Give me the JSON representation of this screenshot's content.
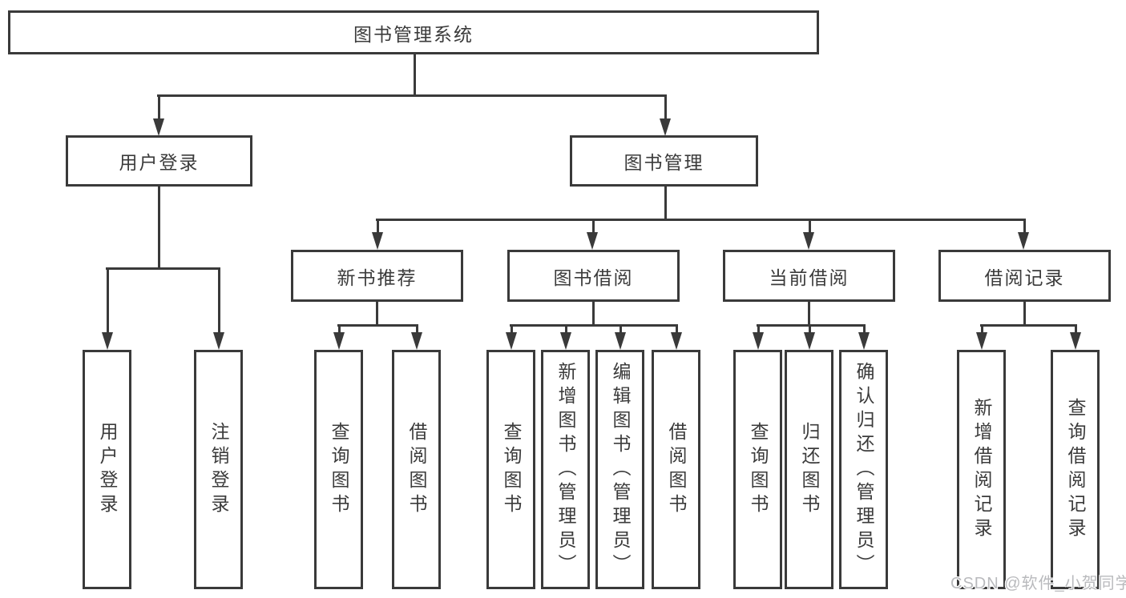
{
  "colors": {
    "line": "#3a3a3a",
    "text": "#3b3b3b",
    "watermark_text": "#b9babd",
    "background": "#ffffff"
  },
  "watermark": {
    "text": "CSDN @软件_小贺同学"
  },
  "tree": {
    "label": "图书管理系统",
    "children": [
      {
        "label": "用户登录",
        "children": [
          {
            "label": "用户登录"
          },
          {
            "label": "注销登录"
          }
        ]
      },
      {
        "label": "图书管理",
        "children": [
          {
            "label": "新书推荐",
            "children": [
              {
                "label": "查询图书"
              },
              {
                "label": "借阅图书"
              }
            ]
          },
          {
            "label": "图书借阅",
            "children": [
              {
                "label": "查询图书"
              },
              {
                "label": "新增图书（管理员）"
              },
              {
                "label": "编辑图书（管理员）"
              },
              {
                "label": "借阅图书"
              }
            ]
          },
          {
            "label": "当前借阅",
            "children": [
              {
                "label": "查询图书"
              },
              {
                "label": "归还图书"
              },
              {
                "label": "确认归还（管理员）"
              }
            ]
          },
          {
            "label": "借阅记录",
            "children": [
              {
                "label": "新增借阅记录"
              },
              {
                "label": "查询借阅记录"
              }
            ]
          }
        ]
      }
    ]
  }
}
